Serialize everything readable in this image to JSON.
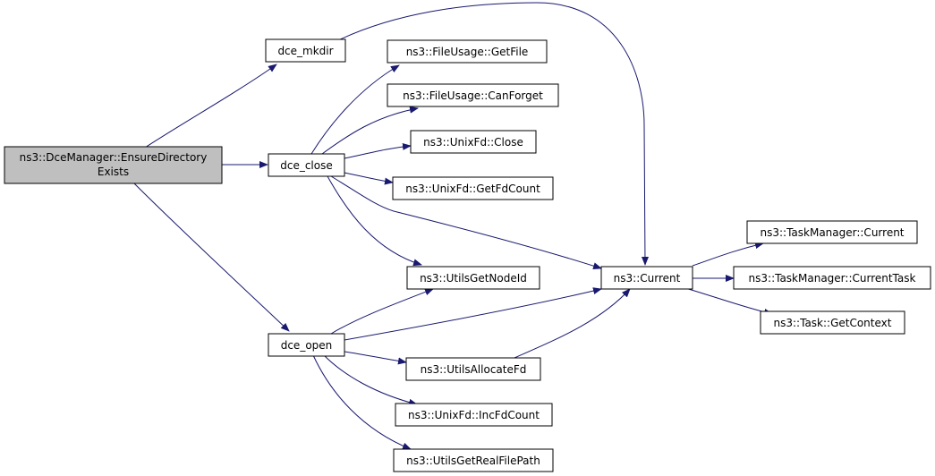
{
  "graph": {
    "edge_color": "#191970",
    "root_fill": "#bfbfbf",
    "node_fill": "#ffffff",
    "nodes": {
      "root": {
        "lines": [
          "ns3::DceManager::EnsureDirectory",
          "Exists"
        ]
      },
      "mkdir": {
        "lines": [
          "dce_mkdir"
        ]
      },
      "close": {
        "lines": [
          "dce_close"
        ]
      },
      "open": {
        "lines": [
          "dce_open"
        ]
      },
      "getfile": {
        "lines": [
          "ns3::FileUsage::GetFile"
        ]
      },
      "canforget": {
        "lines": [
          "ns3::FileUsage::CanForget"
        ]
      },
      "unixclose": {
        "lines": [
          "ns3::UnixFd::Close"
        ]
      },
      "getfdcount": {
        "lines": [
          "ns3::UnixFd::GetFdCount"
        ]
      },
      "getnodeid": {
        "lines": [
          "ns3::UtilsGetNodeId"
        ]
      },
      "current": {
        "lines": [
          "ns3::Current"
        ]
      },
      "allocfd": {
        "lines": [
          "ns3::UtilsAllocateFd"
        ]
      },
      "incfd": {
        "lines": [
          "ns3::UnixFd::IncFdCount"
        ]
      },
      "realpath": {
        "lines": [
          "ns3::UtilsGetRealFilePath"
        ]
      },
      "tmcurrent": {
        "lines": [
          "ns3::TaskManager::Current"
        ]
      },
      "tmcurrenttask": {
        "lines": [
          "ns3::TaskManager::CurrentTask"
        ]
      },
      "getcontext": {
        "lines": [
          "ns3::Task::GetContext"
        ]
      }
    },
    "edges": [
      [
        "root",
        "mkdir"
      ],
      [
        "root",
        "close"
      ],
      [
        "root",
        "open"
      ],
      [
        "mkdir",
        "current"
      ],
      [
        "close",
        "getfile"
      ],
      [
        "close",
        "canforget"
      ],
      [
        "close",
        "unixclose"
      ],
      [
        "close",
        "getfdcount"
      ],
      [
        "close",
        "getnodeid"
      ],
      [
        "close",
        "current"
      ],
      [
        "open",
        "getnodeid"
      ],
      [
        "open",
        "current"
      ],
      [
        "open",
        "allocfd"
      ],
      [
        "open",
        "incfd"
      ],
      [
        "open",
        "realpath"
      ],
      [
        "allocfd",
        "current"
      ],
      [
        "current",
        "tmcurrent"
      ],
      [
        "current",
        "tmcurrenttask"
      ],
      [
        "current",
        "getcontext"
      ]
    ]
  }
}
